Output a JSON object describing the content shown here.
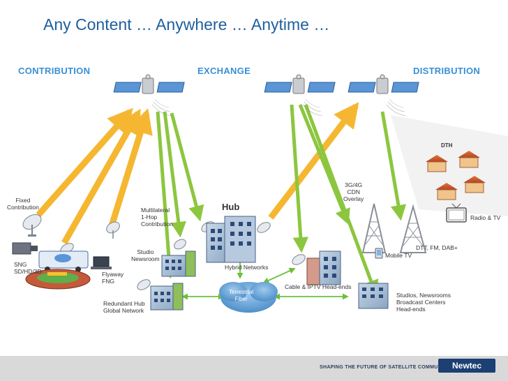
{
  "title": "Any Content … Anywhere … Anytime …",
  "sections": {
    "contribution": "CONTRIBUTION",
    "exchange": "EXCHANGE",
    "distribution": "DISTRIBUTION"
  },
  "labels": {
    "fixed_contribution": "Fixed\nContribution",
    "sng": "SNG\nSD/HD/3D",
    "flyaway": "Flyaway\nFNG",
    "redundant_hub": "Redundant Hub\nGlobal Network",
    "multilateral": "Multilateral\n1-Hop\nContribution",
    "studio_newsroom": "Studio\nNewsroom",
    "hub": "Hub",
    "hybrid_networks": "Hybrid  Networks",
    "terrestrial_fiber": "Terrestrial\nFiber",
    "cable_iptv": "Cable & IPTV Head-ends",
    "cdn_overlay": "3G/4G\nCDN\nOverlay",
    "dth": "DTH",
    "radio_tv": "Radio & TV",
    "dtt": "DTT, FM, DAB+",
    "mobile_tv": "Mobile TV",
    "studios_centers": "Studios, Newsrooms\nBroadcast Centers\nHead-ends"
  },
  "footer": {
    "tagline": "SHAPING THE FUTURE OF SATELLITE COMMUNICATIONS",
    "logo": "Newtec"
  },
  "colors": {
    "title": "#1f5f9e",
    "section": "#3a8fd4",
    "uplink_arrow": "#f5b731",
    "downlink_arrow": "#8cc63f",
    "terrestrial_link": "#6cbf3a",
    "footer_bg": "#d9d9d9",
    "logo_bg": "#1c3f74"
  }
}
